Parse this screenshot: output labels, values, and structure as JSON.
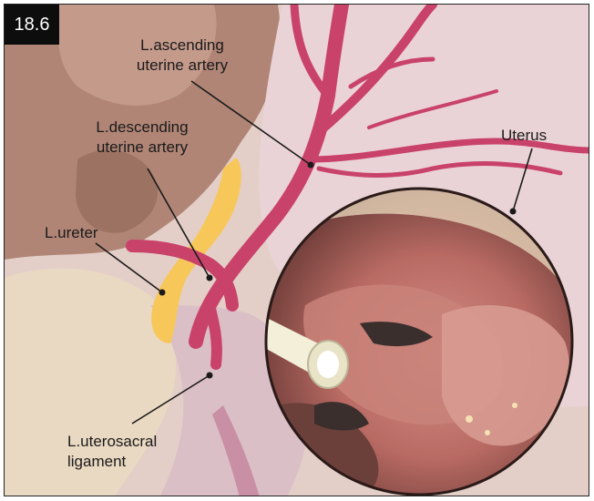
{
  "figure": {
    "number": "18.6"
  },
  "labels": {
    "ascending": "L.ascending\nuterine artery",
    "descending": "L.descending\nuterine artery",
    "uterus": "Uterus",
    "ureter": "L.ureter",
    "ligament": "L.uterosacral\nligament"
  },
  "colors": {
    "artery": "#c9426a",
    "ureter": "#f7c75a",
    "uterus": "#ead3d6",
    "bowel": "#a87e6f",
    "pelvic_wall": "#ead9c2",
    "leader_line": "#1a1a1a",
    "badge_bg": "#0d0d0d"
  }
}
